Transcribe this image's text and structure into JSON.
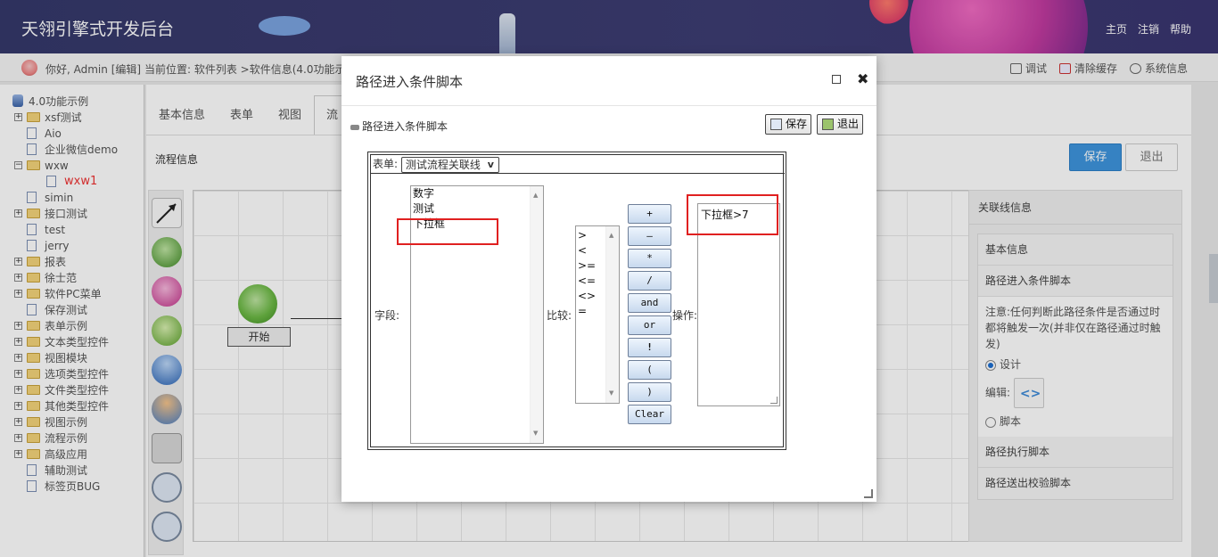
{
  "header": {
    "app_title": "天翎引擎式开发后台",
    "links": [
      "主页",
      "注销",
      "帮助"
    ]
  },
  "subbar": {
    "greeting": "你好, Admin [编辑]",
    "breadcrumb": "当前位置: 软件列表 >软件信息(4.0功能示例",
    "tools": [
      "调试",
      "清除缓存",
      "系统信息"
    ]
  },
  "tree": {
    "root": "4.0功能示例",
    "nodes": [
      {
        "label": "xsf测试",
        "type": "folder",
        "expandable": true
      },
      {
        "label": "Aio",
        "type": "file"
      },
      {
        "label": "企业微信demo",
        "type": "file"
      },
      {
        "label": "wxw",
        "type": "folder",
        "expandable": true,
        "expanded": true
      },
      {
        "label": "wxw1",
        "type": "file",
        "child": true,
        "selected": true
      },
      {
        "label": "simin",
        "type": "file"
      },
      {
        "label": "接口测试",
        "type": "folder",
        "expandable": true
      },
      {
        "label": "test",
        "type": "file"
      },
      {
        "label": "jerry",
        "type": "file"
      },
      {
        "label": "报表",
        "type": "folder",
        "expandable": true
      },
      {
        "label": "徐士范",
        "type": "folder",
        "expandable": true
      },
      {
        "label": "软件PC菜单",
        "type": "folder",
        "expandable": true
      },
      {
        "label": "保存测试",
        "type": "file"
      },
      {
        "label": "表单示例",
        "type": "folder",
        "expandable": true
      },
      {
        "label": "文本类型控件",
        "type": "folder",
        "expandable": true
      },
      {
        "label": "视图模块",
        "type": "folder",
        "expandable": true
      },
      {
        "label": "选项类型控件",
        "type": "folder",
        "expandable": true
      },
      {
        "label": "文件类型控件",
        "type": "folder",
        "expandable": true
      },
      {
        "label": "其他类型控件",
        "type": "folder",
        "expandable": true
      },
      {
        "label": "视图示例",
        "type": "folder",
        "expandable": true
      },
      {
        "label": "流程示例",
        "type": "folder",
        "expandable": true
      },
      {
        "label": "高级应用",
        "type": "folder",
        "expandable": true
      },
      {
        "label": "辅助测试",
        "type": "file"
      },
      {
        "label": "标签页BUG",
        "type": "file"
      }
    ]
  },
  "main": {
    "tabs": [
      "基本信息",
      "表单",
      "视图",
      "流"
    ],
    "flow_title": "流程信息",
    "save_label": "保存",
    "exit_label": "退出",
    "start_node_label": "开始"
  },
  "right_panel": {
    "title": "关联线信息",
    "basic_info": "基本信息",
    "enter_script": "路径进入条件脚本",
    "note": "注意:任何判断此路径条件是否通过时都将触发一次(并非仅在路径通过时触发)",
    "radio_design": "设计",
    "edit_label": "编辑:",
    "radio_script": "脚本",
    "exec_script": "路径执行脚本",
    "send_script": "路径送出校验脚本"
  },
  "modal": {
    "title": "路径进入条件脚本",
    "subtitle": "路径进入条件脚本",
    "save_label": "保存",
    "exit_label": "退出",
    "form_label": "表单:",
    "form_selected": "测试流程关联线",
    "field_label": "字段:",
    "fields": [
      "数字",
      "测试",
      "下拉框"
    ],
    "compare_label": "比较:",
    "comparators": [
      ">",
      "<",
      ">=",
      "<=",
      "<>",
      "="
    ],
    "operate_label": "操作:",
    "operators": [
      "+",
      "—",
      "*",
      "/",
      "and",
      "or",
      "!",
      "(",
      ")",
      "Clear"
    ],
    "expression": "下拉框>7"
  },
  "colors": {
    "primary": "#3e95dd",
    "highlight": "#e02020",
    "selected_tree": "#e33333"
  }
}
